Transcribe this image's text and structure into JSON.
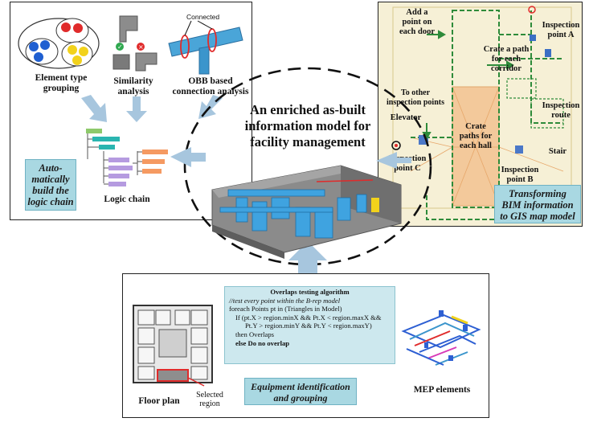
{
  "top_left": {
    "element_type_grouping": "Element type\ngrouping",
    "similarity_analysis": "Similarity\nanalysis",
    "obb_connection": "OBB based\nconnection analysis",
    "connected_label": "Connected",
    "logic_chain": "Logic chain",
    "auto_build": "Auto-\nmatically\nbuild the\nlogic chain"
  },
  "center": {
    "title": "An enriched as-built\ninformation model for\nfacility management"
  },
  "top_right": {
    "add_point": "Add a\npoint on\neach door",
    "create_corridor_path": "Crate a path\nfor each\ncorridor",
    "inspection_point_a": "Inspection\npoint A",
    "to_other_points": "To other\ninspection points",
    "elevator": "Elevator",
    "create_hall_paths": "Crate\npaths for\neach hall",
    "inspection_route": "Inspection\nroute",
    "inspection_point_c": "Inspection\npoint C",
    "stair": "Stair",
    "inspection_point_b": "Inspection\npoint B",
    "transform_bim": "Transforming\nBIM information\nto GIS map model"
  },
  "bottom": {
    "algo_title": "Overlaps testing algorithm",
    "algo_lines": [
      "//test every point within the B-rep model",
      "foreach Points pt in (Triangles in Model)",
      "   If  (pt.X > region.minX && Pt.X < region.maxX &&",
      "       Pt.Y > region.minY && Pt.Y < region.maxY)",
      "   then  Overlaps",
      "   else   Do no overlap"
    ],
    "floor_plan": "Floor plan",
    "selected_region": "Selected\nregion",
    "equipment": "Equipment identification\nand grouping",
    "mep": "MEP elements"
  },
  "colors": {
    "teal_box": "#a9d8e2",
    "arrow": "#a7c6de",
    "green_path": "#2e8b3a",
    "circle_red": "#e02b2b",
    "circle_blue": "#1f5fd1",
    "circle_yellow": "#f2d21b"
  }
}
